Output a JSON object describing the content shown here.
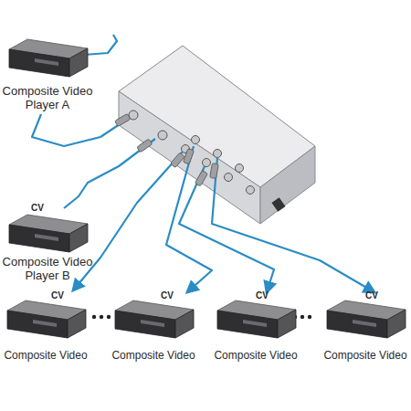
{
  "diagram": {
    "nodes": [
      {
        "text": [
          "Composite Video Player A"
        ]
      },
      {
        "text": [
          "CV",
          "Composite Video Player B"
        ]
      },
      {
        "text": [
          "CV",
          "Composite Video"
        ]
      },
      {
        "text": [
          "CV",
          "Composite Video"
        ]
      },
      {
        "text": [
          "CV",
          "Composite Video"
        ]
      },
      {
        "text": [
          "CV",
          "Composite Video"
        ]
      }
    ]
  }
}
